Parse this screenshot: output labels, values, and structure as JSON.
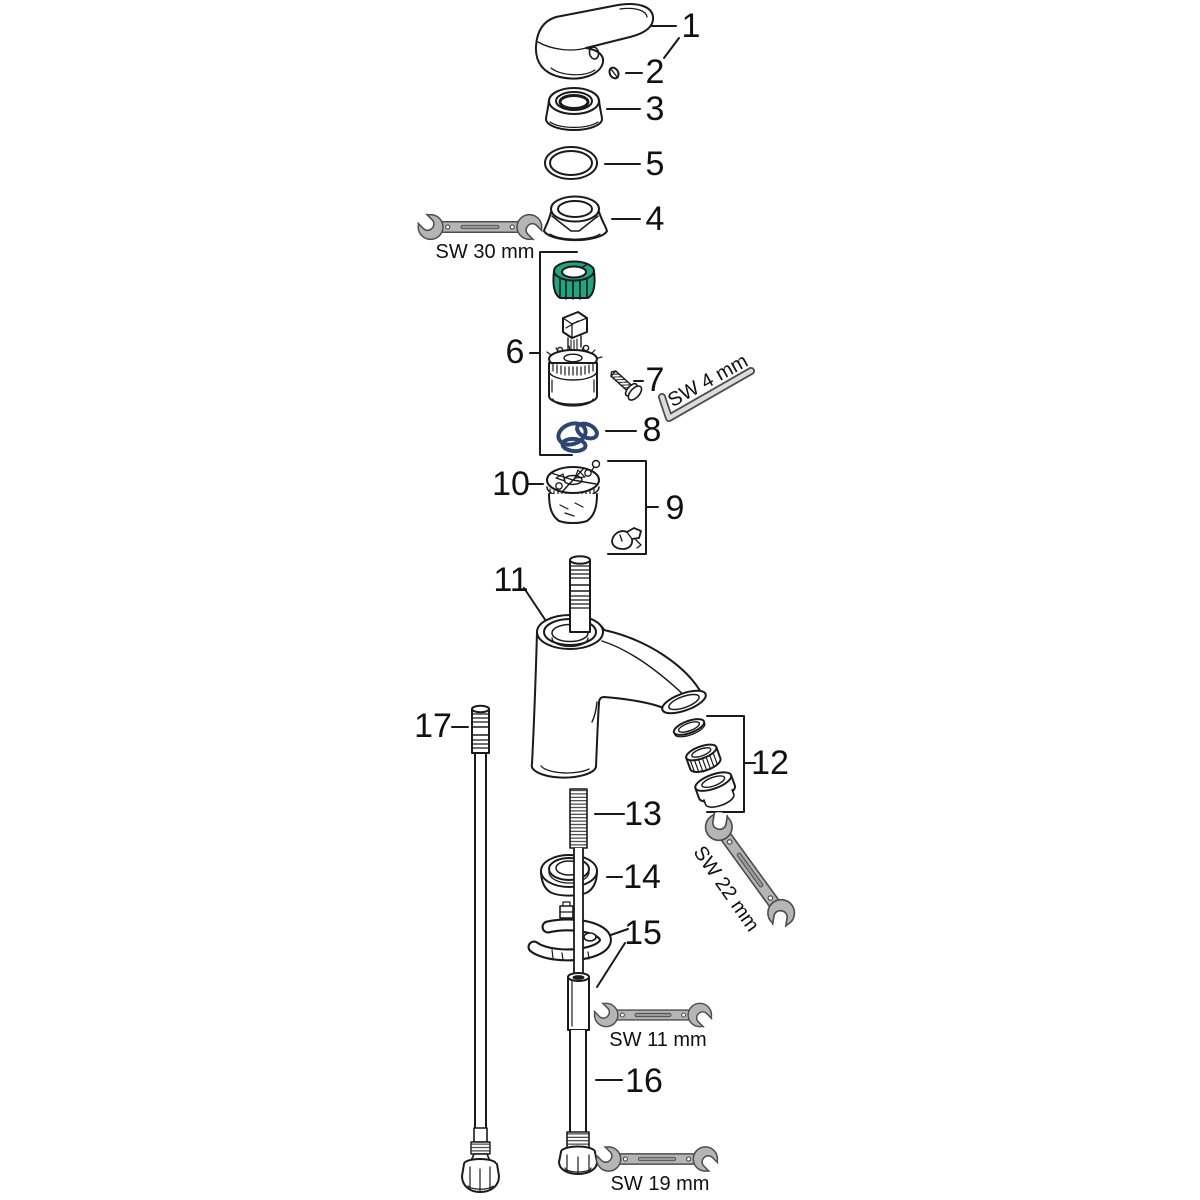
{
  "diagram": {
    "callouts": {
      "c1": "1",
      "c2": "2",
      "c3": "3",
      "c4": "4",
      "c5": "5",
      "c6": "6",
      "c7": "7",
      "c8": "8",
      "c9": "9",
      "c10": "10",
      "c11": "11",
      "c12": "12",
      "c13": "13",
      "c14": "14",
      "c15": "15",
      "c16": "16",
      "c17": "17"
    },
    "tool_labels": {
      "sw30": "SW 30 mm",
      "sw4": "SW 4 mm",
      "sw22": "SW 22 mm",
      "sw11": "SW 11 mm",
      "sw19": "SW 19 mm"
    },
    "colors": {
      "line": "#1a1a1a",
      "tool_fill": "#b5b5b5",
      "tool_outline": "#4d4d4d",
      "adapter_ring_green": "#21a57e",
      "seal_rings_blue": "#2e4472"
    }
  }
}
